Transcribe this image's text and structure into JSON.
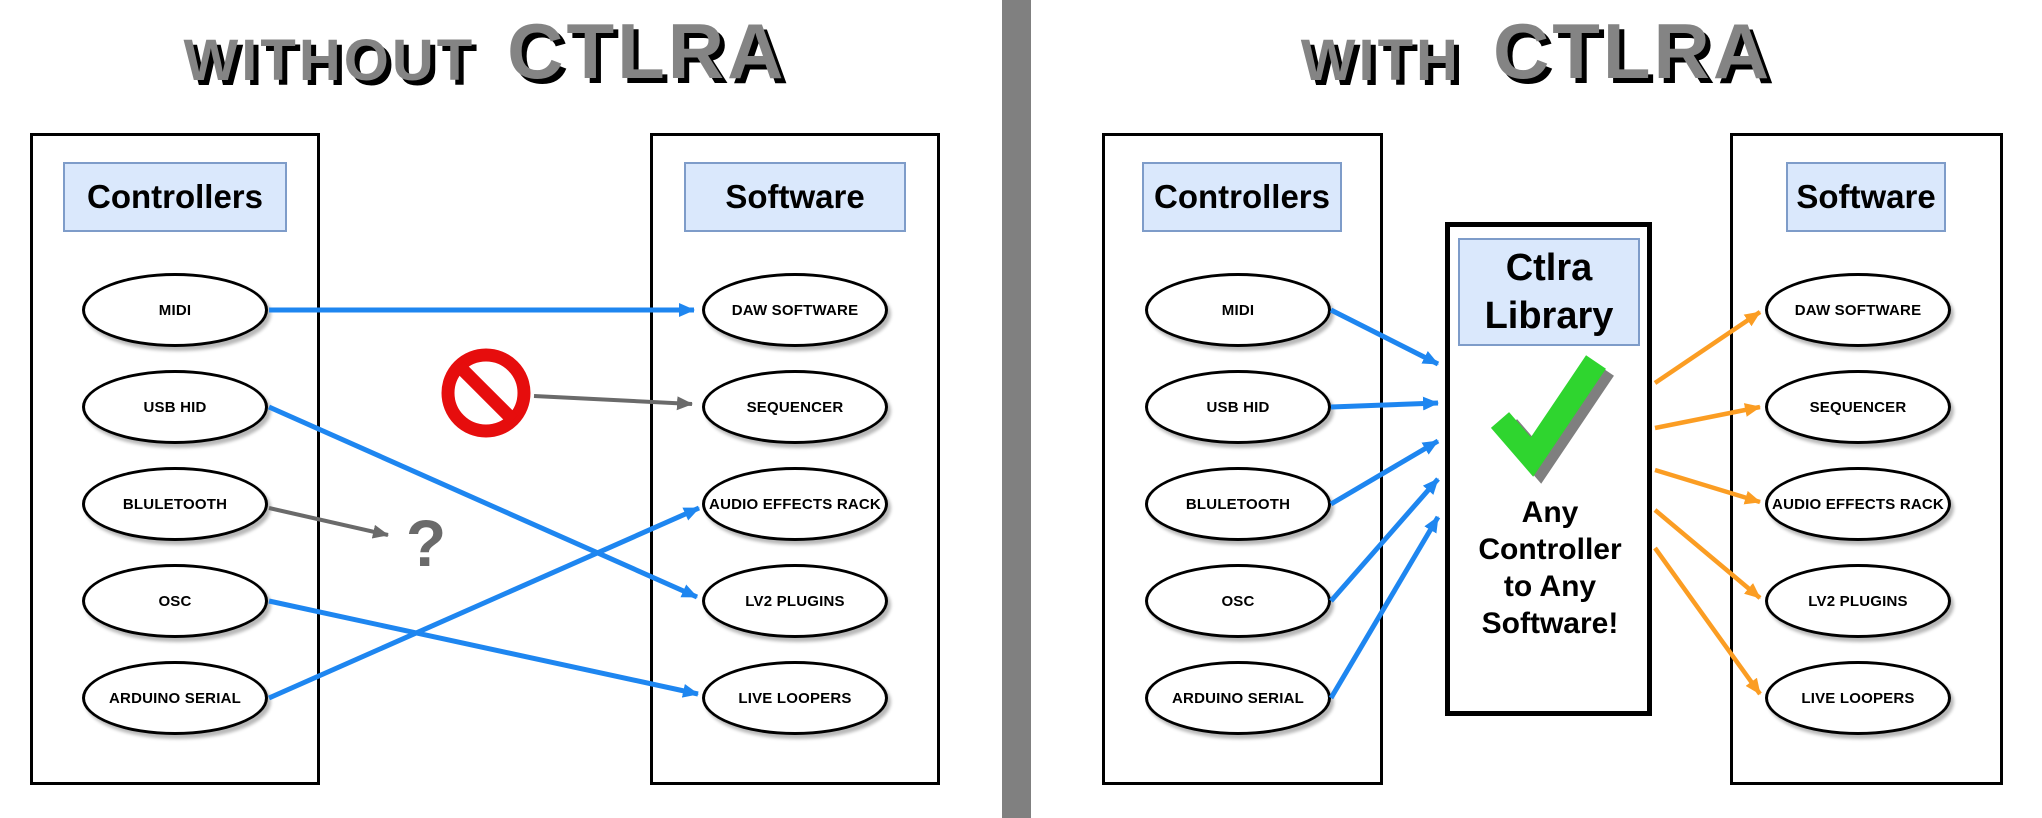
{
  "colors": {
    "arrow_blue": "#1e86f0",
    "arrow_orange": "#fb9d23",
    "arrow_gray": "#6a6a6a",
    "no_entry_red": "#e60d0d",
    "check_green": "#2fd52f",
    "check_shadow_gray": "#7f7f7f",
    "header_fill": "#dae8fc",
    "header_border": "#7e9cc9",
    "title_gray": "#848484",
    "divider_gray": "#808080"
  },
  "left_panel": {
    "title": {
      "prefix": "WITHOUT",
      "brand": "CTLRA"
    },
    "controllers": {
      "header": "Controllers",
      "items": [
        "MIDI",
        "USB HID",
        "BLULETOOTH",
        "OSC",
        "ARDUINO SERIAL"
      ]
    },
    "software": {
      "header": "Software",
      "items": [
        "DAW SOFTWARE",
        "SEQUENCER",
        "AUDIO EFFECTS RACK",
        "LV2 PLUGINS",
        "LIVE LOOPERS"
      ]
    },
    "question_mark": "?",
    "icons": [
      "no-entry-icon",
      "question-mark"
    ],
    "connections": [
      {
        "from": "MIDI",
        "to": "DAW SOFTWARE",
        "style": "blue-direct"
      },
      {
        "from": "USB HID",
        "to": "LV2 PLUGINS",
        "style": "blue-direct"
      },
      {
        "from": "OSC",
        "to": "LIVE LOOPERS",
        "style": "blue-direct"
      },
      {
        "from": "ARDUINO SERIAL",
        "to": "AUDIO EFFECTS RACK",
        "style": "blue-direct"
      },
      {
        "from": "BLULETOOTH",
        "to": "?",
        "style": "gray-unknown"
      },
      {
        "from": "no-entry",
        "to": "SEQUENCER",
        "style": "gray-blocked"
      }
    ]
  },
  "right_panel": {
    "title": {
      "prefix": "WITH",
      "brand": "CTLRA"
    },
    "controllers": {
      "header": "Controllers",
      "items": [
        "MIDI",
        "USB HID",
        "BLULETOOTH",
        "OSC",
        "ARDUINO SERIAL"
      ]
    },
    "library": {
      "header_lines": [
        "Ctlra",
        "Library"
      ],
      "icon": "checkmark-icon",
      "message_lines": [
        "Any",
        "Controller",
        "to Any",
        "Software!"
      ]
    },
    "software": {
      "header": "Software",
      "items": [
        "DAW SOFTWARE",
        "SEQUENCER",
        "AUDIO EFFECTS RACK",
        "LV2 PLUGINS",
        "LIVE LOOPERS"
      ]
    },
    "connections": [
      {
        "from": "MIDI",
        "to": "Ctlra Library",
        "style": "blue"
      },
      {
        "from": "USB HID",
        "to": "Ctlra Library",
        "style": "blue"
      },
      {
        "from": "BLULETOOTH",
        "to": "Ctlra Library",
        "style": "blue"
      },
      {
        "from": "OSC",
        "to": "Ctlra Library",
        "style": "blue"
      },
      {
        "from": "ARDUINO SERIAL",
        "to": "Ctlra Library",
        "style": "blue"
      },
      {
        "from": "Ctlra Library",
        "to": "DAW SOFTWARE",
        "style": "orange"
      },
      {
        "from": "Ctlra Library",
        "to": "SEQUENCER",
        "style": "orange"
      },
      {
        "from": "Ctlra Library",
        "to": "AUDIO EFFECTS RACK",
        "style": "orange"
      },
      {
        "from": "Ctlra Library",
        "to": "LV2 PLUGINS",
        "style": "orange"
      },
      {
        "from": "Ctlra Library",
        "to": "LIVE LOOPERS",
        "style": "orange"
      }
    ]
  }
}
